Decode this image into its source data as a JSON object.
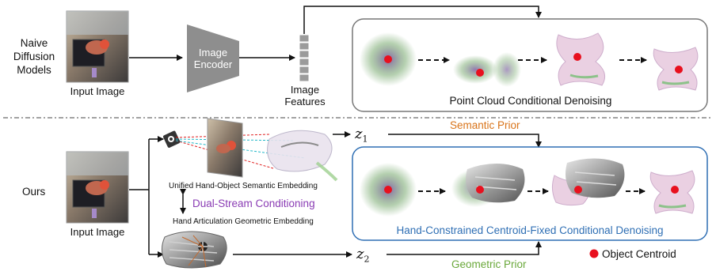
{
  "top": {
    "method_label_lines": [
      "Naive",
      "Diffusion",
      "Models"
    ],
    "input_caption": "Input Image",
    "encoder_label_lines": [
      "Image",
      "Encoder"
    ],
    "features_label_lines": [
      "Image",
      "Features"
    ],
    "panel_caption": "Point Cloud Conditional Denoising"
  },
  "bottom": {
    "method_label": "Ours",
    "input_caption": "Input Image",
    "unified_label": "Unified Hand-Object Semantic Embedding",
    "dual_stream_label": "Dual-Stream Conditioning",
    "geometric_embed_label": "Hand Articulation Geometric Embedding",
    "z1_label": "z",
    "z1_sub": "1",
    "z2_label": "z",
    "z2_sub": "2",
    "semantic_prior_label": "Semantic Prior",
    "geometric_prior_label": "Geometric Prior",
    "panel_caption": "Hand-Constrained Centroid-Fixed Conditional Denoising",
    "legend_label": "Object Centroid"
  },
  "colors": {
    "centroid_red": "#e8101e",
    "semantic_orange": "#d9741a",
    "dual_purple": "#8a3cb4",
    "geometric_green": "#6aa83a",
    "ours_panel_blue": "#2f6fb4",
    "top_panel_gray": "#777777",
    "encoder_gray": "#8e8e8e"
  }
}
